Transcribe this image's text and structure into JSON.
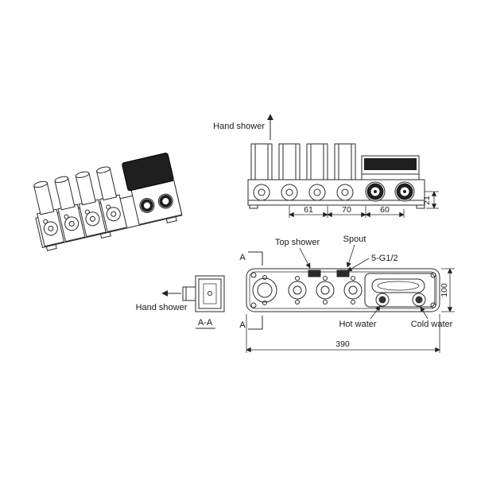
{
  "labels": {
    "hand_shower_front": "Hand shower",
    "hand_shower_plan": "Hand shower",
    "top_shower": "Top shower",
    "spout": "Spout",
    "thread_spec": "5-G1/2",
    "hot_water": "Hot water",
    "cold_water": "Cold water",
    "section_title": "A-A",
    "section_mark_top": "A",
    "section_mark_bottom": "A"
  },
  "dimensions": {
    "pitch_1": "61",
    "pitch_2": "70",
    "pitch_3": "60",
    "outlet_height": "21",
    "body_depth": "100",
    "body_length": "390"
  },
  "colors": {
    "line": "#2a2a2a",
    "dark_fill": "#1f1f1f",
    "background": "#ffffff"
  }
}
